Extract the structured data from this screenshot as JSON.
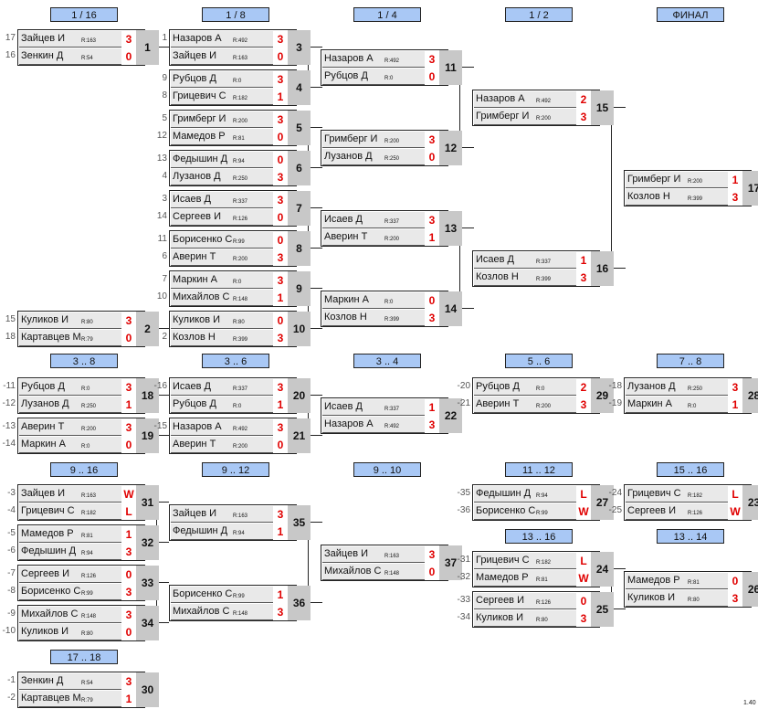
{
  "rounds": [
    "1 / 16",
    "1 / 8",
    "1 / 4",
    "1 / 2",
    "ФИНАЛ"
  ],
  "place_headers": [
    "3 .. 8",
    "3 .. 6",
    "3 .. 4",
    "5 .. 6",
    "7 .. 8",
    "9 .. 16",
    "9 .. 12",
    "9 .. 10",
    "11 .. 12",
    "15 .. 16",
    "13 .. 16",
    "13 .. 14",
    "17 .. 18"
  ],
  "matches": [
    {
      "num": "1",
      "p": [
        {
          "seed": "17",
          "name": "Зайцев И",
          "rating": "R:163",
          "score": "3"
        },
        {
          "seed": "16",
          "name": "Зенкин Д",
          "rating": "R:54",
          "score": "0"
        }
      ]
    },
    {
      "num": "2",
      "p": [
        {
          "seed": "15",
          "name": "Куликов И",
          "rating": "R:80",
          "score": "3"
        },
        {
          "seed": "18",
          "name": "Картавцев М",
          "rating": "R:79",
          "score": "0"
        }
      ]
    },
    {
      "num": "3",
      "p": [
        {
          "seed": "1",
          "name": "Назаров А",
          "rating": "R:492",
          "score": "3"
        },
        {
          "seed": "",
          "name": "Зайцев И",
          "rating": "R:163",
          "score": "0"
        }
      ]
    },
    {
      "num": "4",
      "p": [
        {
          "seed": "9",
          "name": "Рубцов Д",
          "rating": "R:0",
          "score": "3"
        },
        {
          "seed": "8",
          "name": "Грицевич С",
          "rating": "R:182",
          "score": "1"
        }
      ]
    },
    {
      "num": "5",
      "p": [
        {
          "seed": "5",
          "name": "Гримберг И",
          "rating": "R:200",
          "score": "3"
        },
        {
          "seed": "12",
          "name": "Мамедов Р",
          "rating": "R:81",
          "score": "0"
        }
      ]
    },
    {
      "num": "6",
      "p": [
        {
          "seed": "13",
          "name": "Федышин Д",
          "rating": "R:94",
          "score": "0"
        },
        {
          "seed": "4",
          "name": "Лузанов Д",
          "rating": "R:250",
          "score": "3"
        }
      ]
    },
    {
      "num": "7",
      "p": [
        {
          "seed": "3",
          "name": "Исаев Д",
          "rating": "R:337",
          "score": "3"
        },
        {
          "seed": "14",
          "name": "Сергеев И",
          "rating": "R:126",
          "score": "0"
        }
      ]
    },
    {
      "num": "8",
      "p": [
        {
          "seed": "11",
          "name": "Борисенко С",
          "rating": "R:99",
          "score": "0"
        },
        {
          "seed": "6",
          "name": "Аверин Т",
          "rating": "R:200",
          "score": "3"
        }
      ]
    },
    {
      "num": "9",
      "p": [
        {
          "seed": "7",
          "name": "Маркин А",
          "rating": "R:0",
          "score": "3"
        },
        {
          "seed": "10",
          "name": "Михайлов С",
          "rating": "R:148",
          "score": "1"
        }
      ]
    },
    {
      "num": "10",
      "p": [
        {
          "seed": "",
          "name": "Куликов И",
          "rating": "R:80",
          "score": "0"
        },
        {
          "seed": "2",
          "name": "Козлов Н",
          "rating": "R:399",
          "score": "3"
        }
      ]
    },
    {
      "num": "11",
      "p": [
        {
          "seed": "",
          "name": "Назаров А",
          "rating": "R:492",
          "score": "3"
        },
        {
          "seed": "",
          "name": "Рубцов Д",
          "rating": "R:0",
          "score": "0"
        }
      ]
    },
    {
      "num": "12",
      "p": [
        {
          "seed": "",
          "name": "Гримберг И",
          "rating": "R:200",
          "score": "3"
        },
        {
          "seed": "",
          "name": "Лузанов Д",
          "rating": "R:250",
          "score": "0"
        }
      ]
    },
    {
      "num": "13",
      "p": [
        {
          "seed": "",
          "name": "Исаев Д",
          "rating": "R:337",
          "score": "3"
        },
        {
          "seed": "",
          "name": "Аверин Т",
          "rating": "R:200",
          "score": "1"
        }
      ]
    },
    {
      "num": "14",
      "p": [
        {
          "seed": "",
          "name": "Маркин А",
          "rating": "R:0",
          "score": "0"
        },
        {
          "seed": "",
          "name": "Козлов Н",
          "rating": "R:399",
          "score": "3"
        }
      ]
    },
    {
      "num": "15",
      "p": [
        {
          "seed": "",
          "name": "Назаров А",
          "rating": "R:492",
          "score": "2"
        },
        {
          "seed": "",
          "name": "Гримберг И",
          "rating": "R:200",
          "score": "3"
        }
      ]
    },
    {
      "num": "16",
      "p": [
        {
          "seed": "",
          "name": "Исаев Д",
          "rating": "R:337",
          "score": "1"
        },
        {
          "seed": "",
          "name": "Козлов Н",
          "rating": "R:399",
          "score": "3"
        }
      ]
    },
    {
      "num": "17",
      "p": [
        {
          "seed": "",
          "name": "Гримберг И",
          "rating": "R:200",
          "score": "1"
        },
        {
          "seed": "",
          "name": "Козлов Н",
          "rating": "R:399",
          "score": "3"
        }
      ]
    },
    {
      "num": "18",
      "p": [
        {
          "seed": "-11",
          "name": "Рубцов Д",
          "rating": "R:0",
          "score": "3"
        },
        {
          "seed": "-12",
          "name": "Лузанов Д",
          "rating": "R:250",
          "score": "1"
        }
      ]
    },
    {
      "num": "19",
      "p": [
        {
          "seed": "-13",
          "name": "Аверин Т",
          "rating": "R:200",
          "score": "3"
        },
        {
          "seed": "-14",
          "name": "Маркин А",
          "rating": "R:0",
          "score": "0"
        }
      ]
    },
    {
      "num": "20",
      "p": [
        {
          "seed": "-16",
          "name": "Исаев Д",
          "rating": "R:337",
          "score": "3"
        },
        {
          "seed": "",
          "name": "Рубцов Д",
          "rating": "R:0",
          "score": "1"
        }
      ]
    },
    {
      "num": "21",
      "p": [
        {
          "seed": "-15",
          "name": "Назаров А",
          "rating": "R:492",
          "score": "3"
        },
        {
          "seed": "",
          "name": "Аверин Т",
          "rating": "R:200",
          "score": "0"
        }
      ]
    },
    {
      "num": "22",
      "p": [
        {
          "seed": "",
          "name": "Исаев Д",
          "rating": "R:337",
          "score": "1"
        },
        {
          "seed": "",
          "name": "Назаров А",
          "rating": "R:492",
          "score": "3"
        }
      ]
    },
    {
      "num": "29",
      "p": [
        {
          "seed": "-20",
          "name": "Рубцов Д",
          "rating": "R:0",
          "score": "2"
        },
        {
          "seed": "-21",
          "name": "Аверин Т",
          "rating": "R:200",
          "score": "3"
        }
      ]
    },
    {
      "num": "28",
      "p": [
        {
          "seed": "-18",
          "name": "Лузанов Д",
          "rating": "R:250",
          "score": "3"
        },
        {
          "seed": "-19",
          "name": "Маркин А",
          "rating": "R:0",
          "score": "1"
        }
      ]
    },
    {
      "num": "31",
      "p": [
        {
          "seed": "-3",
          "name": "Зайцев И",
          "rating": "R:163",
          "score": "W"
        },
        {
          "seed": "-4",
          "name": "Грицевич С",
          "rating": "R:182",
          "score": "L"
        }
      ]
    },
    {
      "num": "32",
      "p": [
        {
          "seed": "-5",
          "name": "Мамедов Р",
          "rating": "R:81",
          "score": "1"
        },
        {
          "seed": "-6",
          "name": "Федышин Д",
          "rating": "R:94",
          "score": "3"
        }
      ]
    },
    {
      "num": "33",
      "p": [
        {
          "seed": "-7",
          "name": "Сергеев И",
          "rating": "R:126",
          "score": "0"
        },
        {
          "seed": "-8",
          "name": "Борисенко С",
          "rating": "R:99",
          "score": "3"
        }
      ]
    },
    {
      "num": "34",
      "p": [
        {
          "seed": "-9",
          "name": "Михайлов С",
          "rating": "R:148",
          "score": "3"
        },
        {
          "seed": "-10",
          "name": "Куликов И",
          "rating": "R:80",
          "score": "0"
        }
      ]
    },
    {
      "num": "35",
      "p": [
        {
          "seed": "",
          "name": "Зайцев И",
          "rating": "R:163",
          "score": "3"
        },
        {
          "seed": "",
          "name": "Федышин Д",
          "rating": "R:94",
          "score": "1"
        }
      ]
    },
    {
      "num": "36",
      "p": [
        {
          "seed": "",
          "name": "Борисенко С",
          "rating": "R:99",
          "score": "1"
        },
        {
          "seed": "",
          "name": "Михайлов С",
          "rating": "R:148",
          "score": "3"
        }
      ]
    },
    {
      "num": "37",
      "p": [
        {
          "seed": "",
          "name": "Зайцев И",
          "rating": "R:163",
          "score": "3"
        },
        {
          "seed": "",
          "name": "Михайлов С",
          "rating": "R:148",
          "score": "0"
        }
      ]
    },
    {
      "num": "27",
      "p": [
        {
          "seed": "-35",
          "name": "Федышин Д",
          "rating": "R:94",
          "score": "L"
        },
        {
          "seed": "-36",
          "name": "Борисенко С",
          "rating": "R:99",
          "score": "W"
        }
      ]
    },
    {
      "num": "23",
      "p": [
        {
          "seed": "-24",
          "name": "Грицевич С",
          "rating": "R:182",
          "score": "L"
        },
        {
          "seed": "-25",
          "name": "Сергеев И",
          "rating": "R:126",
          "score": "W"
        }
      ]
    },
    {
      "num": "24",
      "p": [
        {
          "seed": "-31",
          "name": "Грицевич С",
          "rating": "R:182",
          "score": "L"
        },
        {
          "seed": "-32",
          "name": "Мамедов Р",
          "rating": "R:81",
          "score": "W"
        }
      ]
    },
    {
      "num": "25",
      "p": [
        {
          "seed": "-33",
          "name": "Сергеев И",
          "rating": "R:126",
          "score": "0"
        },
        {
          "seed": "-34",
          "name": "Куликов И",
          "rating": "R:80",
          "score": "3"
        }
      ]
    },
    {
      "num": "26",
      "p": [
        {
          "seed": "",
          "name": "Мамедов Р",
          "rating": "R:81",
          "score": "0"
        },
        {
          "seed": "",
          "name": "Куликов И",
          "rating": "R:80",
          "score": "3"
        }
      ]
    },
    {
      "num": "30",
      "p": [
        {
          "seed": "-1",
          "name": "Зенкин Д",
          "rating": "R:54",
          "score": "3"
        },
        {
          "seed": "-2",
          "name": "Картавцев М",
          "rating": "R:79",
          "score": "1"
        }
      ]
    }
  ],
  "version": "1.40"
}
